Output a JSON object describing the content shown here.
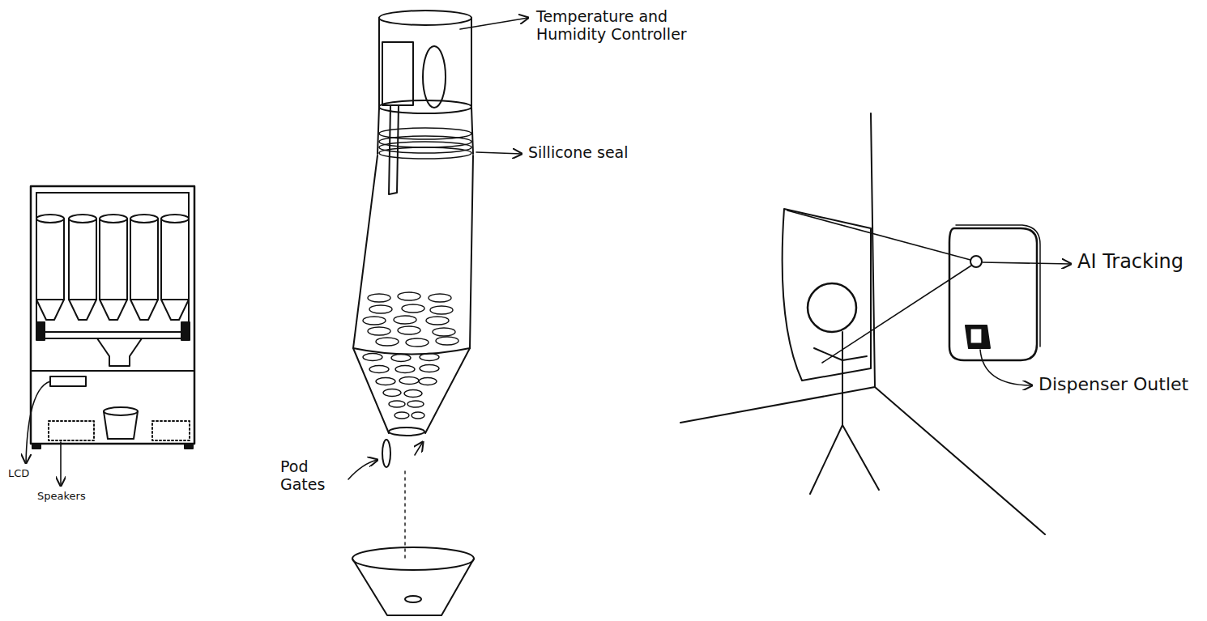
{
  "diagram": {
    "labels": [
      "Temperature and Humidity Controller",
      "Sillicone seal",
      "Pod Gates",
      "LCD",
      "Speakers",
      "AI Tracking",
      "Dispenser Outlet"
    ]
  }
}
